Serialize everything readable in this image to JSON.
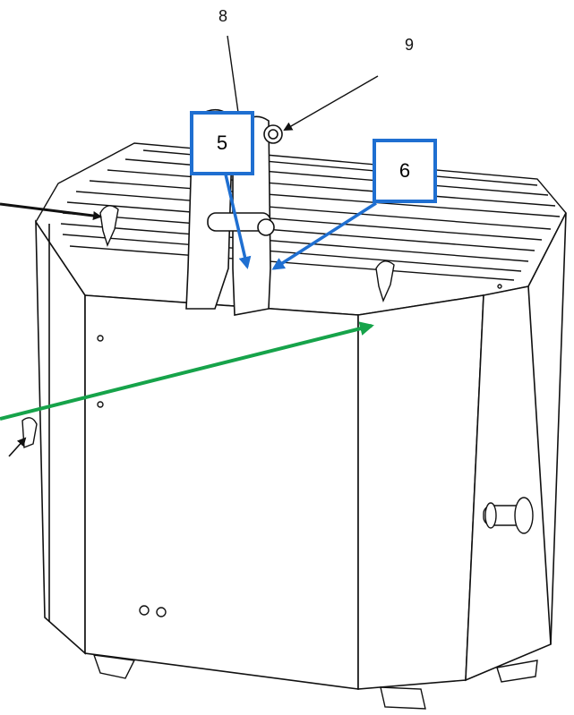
{
  "labels": {
    "num_8": "8",
    "num_9": "9",
    "box_5": "5",
    "box_6": "6"
  },
  "colors": {
    "callout_blue": "#1f6fd1",
    "green_arrow": "#16a34a",
    "line": "#111111"
  }
}
